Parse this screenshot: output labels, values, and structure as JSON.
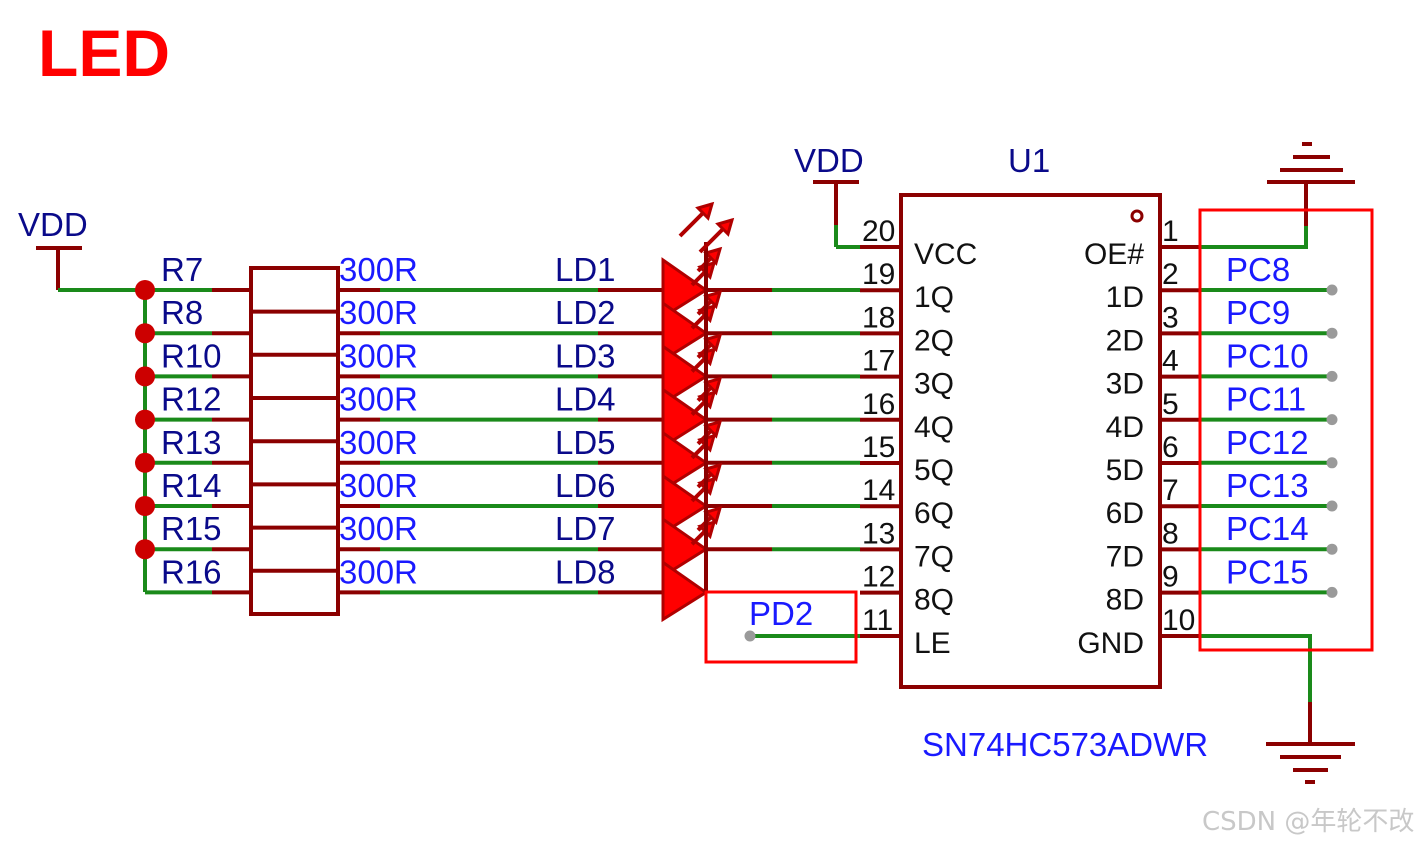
{
  "title": "LED",
  "power_left": "VDD",
  "power_ic": "VDD",
  "resistors": [
    {
      "ref": "R7",
      "value": "300R"
    },
    {
      "ref": "R8",
      "value": "300R"
    },
    {
      "ref": "R10",
      "value": "300R"
    },
    {
      "ref": "R12",
      "value": "300R"
    },
    {
      "ref": "R13",
      "value": "300R"
    },
    {
      "ref": "R14",
      "value": "300R"
    },
    {
      "ref": "R15",
      "value": "300R"
    },
    {
      "ref": "R16",
      "value": "300R"
    }
  ],
  "leds": [
    "LD1",
    "LD2",
    "LD3",
    "LD4",
    "LD5",
    "LD6",
    "LD7",
    "LD8"
  ],
  "ic": {
    "ref": "U1",
    "part": "SN74HC573ADWR",
    "left_pins": [
      {
        "num": "20",
        "name": "VCC"
      },
      {
        "num": "19",
        "name": "1Q"
      },
      {
        "num": "18",
        "name": "2Q"
      },
      {
        "num": "17",
        "name": "3Q"
      },
      {
        "num": "16",
        "name": "4Q"
      },
      {
        "num": "15",
        "name": "5Q"
      },
      {
        "num": "14",
        "name": "6Q"
      },
      {
        "num": "13",
        "name": "7Q"
      },
      {
        "num": "12",
        "name": "8Q"
      },
      {
        "num": "11",
        "name": "LE"
      }
    ],
    "right_pins": [
      {
        "num": "1",
        "name": "OE#"
      },
      {
        "num": "2",
        "name": "1D"
      },
      {
        "num": "3",
        "name": "2D"
      },
      {
        "num": "4",
        "name": "3D"
      },
      {
        "num": "5",
        "name": "4D"
      },
      {
        "num": "6",
        "name": "5D"
      },
      {
        "num": "7",
        "name": "6D"
      },
      {
        "num": "8",
        "name": "7D"
      },
      {
        "num": "9",
        "name": "8D"
      },
      {
        "num": "10",
        "name": "GND"
      }
    ]
  },
  "ports_right": [
    "PC8",
    "PC9",
    "PC10",
    "PC11",
    "PC12",
    "PC13",
    "PC14",
    "PC15"
  ],
  "port_le": "PD2",
  "watermark": "CSDN @年轮不改",
  "colors": {
    "title": "#ff0000",
    "wire": "#1a8a1a",
    "component": "#8b0000",
    "led_fill": "#ff0000",
    "net_label": "#0a0a8a",
    "port_label": "#1a1aff",
    "highlight": "#ff0000"
  }
}
